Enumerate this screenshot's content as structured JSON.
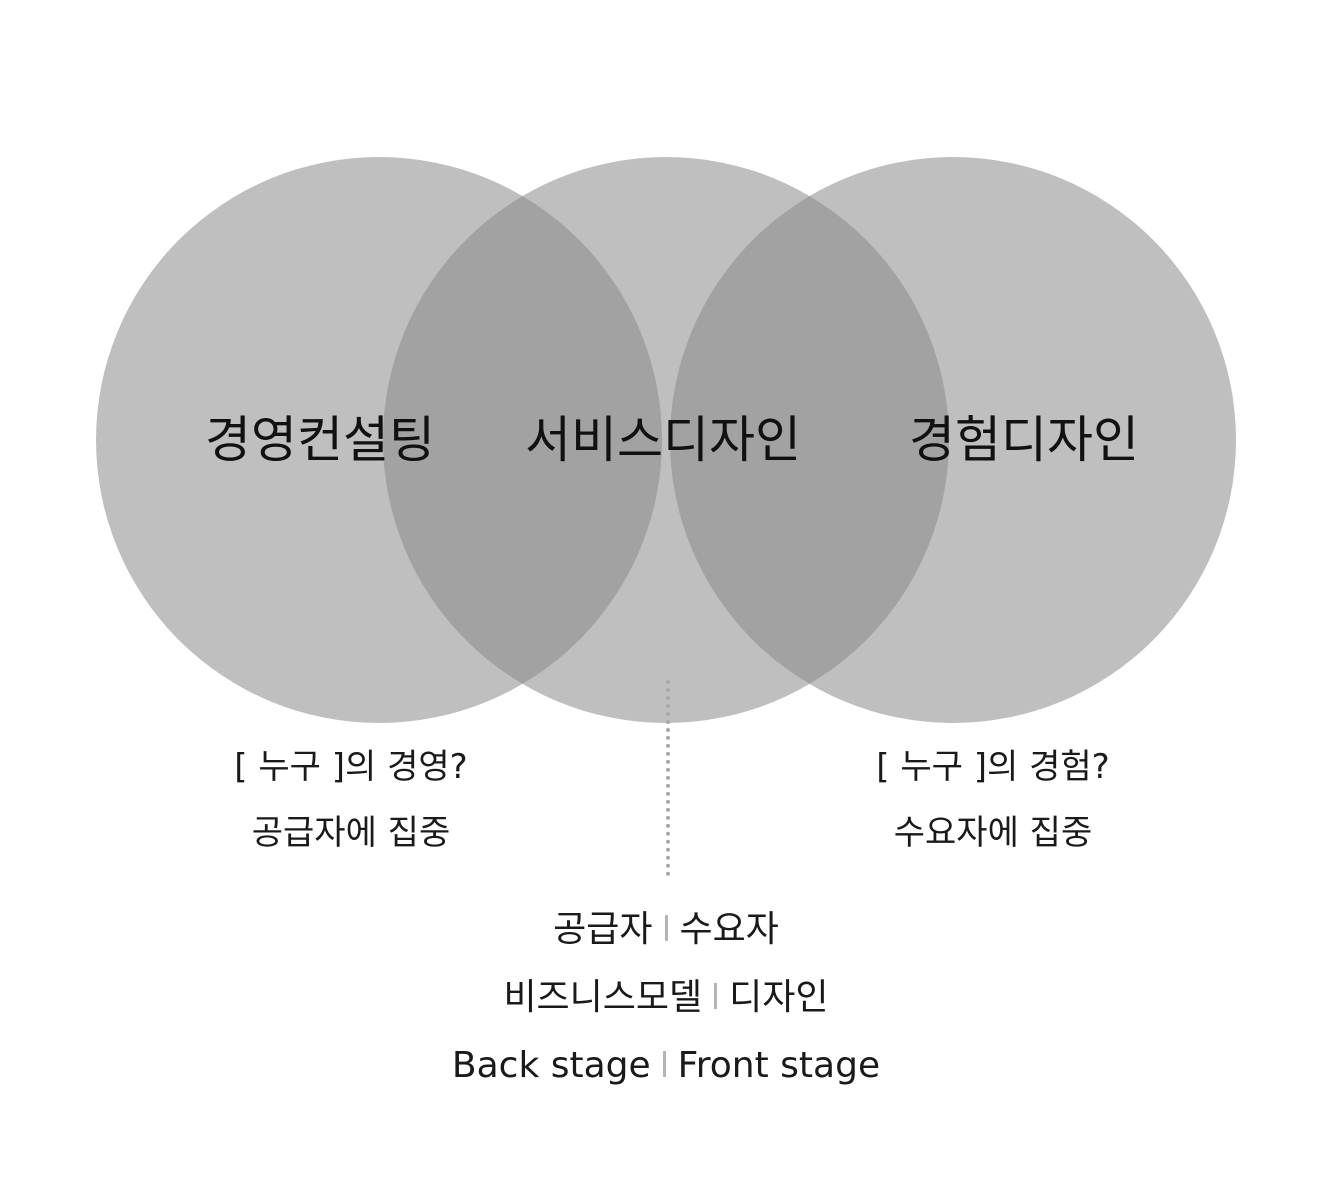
{
  "colors": {
    "circle_fill": "#8a8a8a",
    "circle_opacity": "0.55",
    "divider": "#a8a8a8",
    "separator": "#b5b5b5",
    "text": "#1a1a1a"
  },
  "circles": [
    {
      "label": "경영컨설팅"
    },
    {
      "label": "서비스디자인"
    },
    {
      "label": "경험디자인"
    }
  ],
  "notes": {
    "left": {
      "line1": "[ 누구 ]의 경영?",
      "line2": "공급자에 집중"
    },
    "right": {
      "line1": "[ 누구 ]의 경험?",
      "line2": "수요자에 집중"
    }
  },
  "center_pairs": [
    {
      "left": "공급자",
      "right": "수요자"
    },
    {
      "left": "비즈니스모델",
      "right": "디자인"
    },
    {
      "left": "Back stage",
      "right": "Front stage"
    }
  ]
}
